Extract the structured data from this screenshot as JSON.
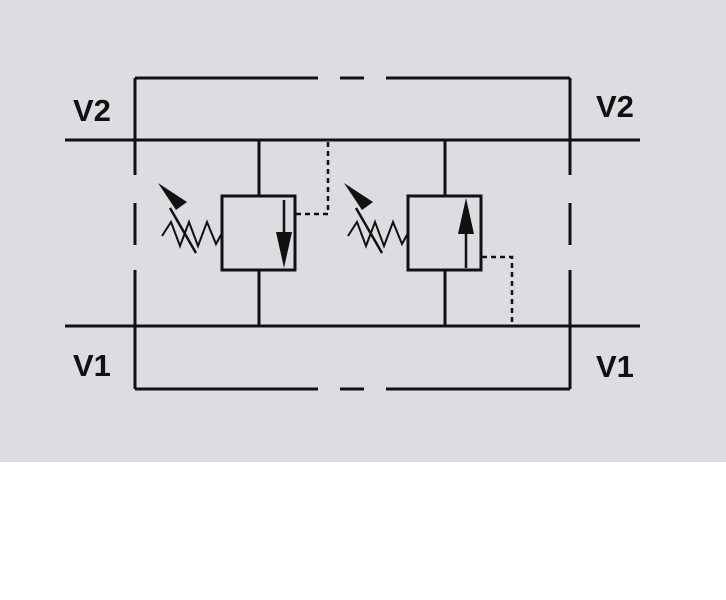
{
  "colors": {
    "panel_background": "#dcdde0",
    "page_background": "#ffffff",
    "line": "#111111"
  },
  "ports": {
    "top_left": "V2",
    "top_right": "V2",
    "bottom_left": "V1",
    "bottom_right": "V1"
  },
  "components": [
    {
      "name": "relief-valve-left",
      "flow_arrow": "down",
      "pilot_line": "dashed-to-top"
    },
    {
      "name": "relief-valve-right",
      "flow_arrow": "up",
      "pilot_line": "dashed-to-bottom"
    }
  ],
  "icons": [
    "adjustable-spring-icon",
    "flow-arrow-down-icon",
    "flow-arrow-up-icon"
  ]
}
